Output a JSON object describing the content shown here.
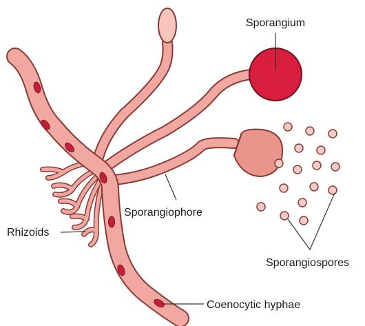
{
  "colors": {
    "hypha_fill": "#f0a8a0",
    "hypha_edge": "#8a3a35",
    "nucleus": "#c81e3a",
    "sporangium": "#d81e3c",
    "young_sporangium": "#f7c5bb",
    "spore": "#f6cbc4"
  },
  "labels": {
    "sporangium": "Sporangium",
    "sporangiophore": "Sporangiophore",
    "rhizoids": "Rhizoids",
    "sporangiospores": "Sporangiospores",
    "coenocytic_hyphae": "Coenocytic hyphae"
  }
}
